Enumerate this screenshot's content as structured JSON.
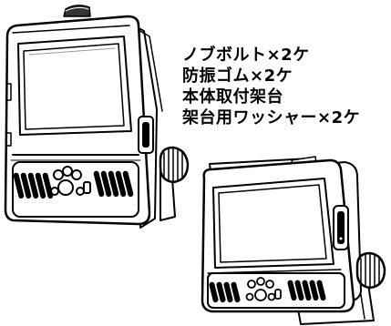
{
  "parts_list": [
    "ノブボルト×2ケ",
    "防振ゴム×2ケ",
    "本体取付架台",
    "架台用ワッシャー×2ケ"
  ]
}
